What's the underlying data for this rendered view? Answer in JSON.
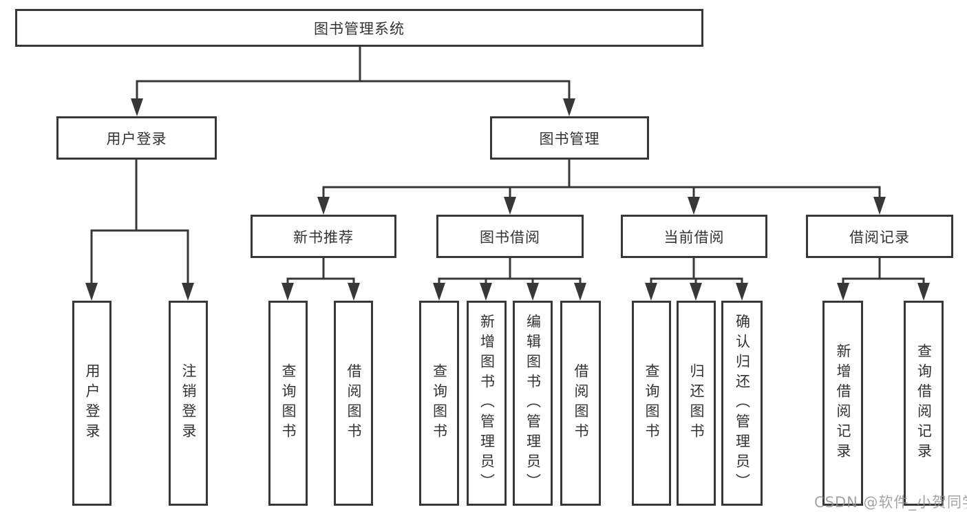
{
  "tree": {
    "root": "图书管理系统",
    "level2": [
      "用户登录",
      "图书管理"
    ],
    "level3": [
      "新书推荐",
      "图书借阅",
      "当前借阅",
      "借阅记录"
    ],
    "leaves": {
      "login": [
        "用户登录",
        "注销登录"
      ],
      "recommend": [
        "查询图书",
        "借阅图书"
      ],
      "borrow": [
        "查询图书",
        "新增图书（管理员）",
        "编辑图书（管理员）",
        "借阅图书"
      ],
      "current": [
        "查询图书",
        "归还图书",
        "确认归还（管理员）"
      ],
      "records": [
        "新增借阅记录",
        "查询借阅记录"
      ]
    }
  },
  "watermark": "CSDN @软件_小贺同学",
  "colors": {
    "line": "#373737",
    "text": "#333333",
    "background": "#ffffff",
    "watermark": "#8f8f8f"
  }
}
